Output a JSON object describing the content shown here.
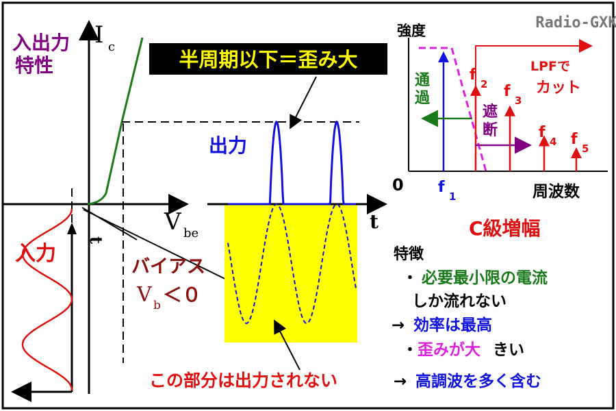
{
  "watermark": "Radio-GXK",
  "transfer": {
    "title_line1": "入出力",
    "title_line2": "特性",
    "y_axis": "I",
    "y_axis_sub": "c",
    "x_axis": "V",
    "x_axis_sub": "be"
  },
  "banner": "半周期以下＝歪み大",
  "output_label": "出力",
  "input_label": "入力",
  "time_label_output": "t",
  "time_label_input": "t",
  "bias": {
    "line1": "バイアス",
    "line2_v": "V",
    "line2_sub": "b",
    "line2_rest": "＜０"
  },
  "cut_note": "この部分は出力されない",
  "spectrum": {
    "y_axis": "強度",
    "x_axis": "周波数",
    "origin": "0",
    "pass_line1": "通",
    "pass_line2": "過",
    "block_line1": "遮",
    "block_line2": "断",
    "lpf_line1": "LPFで",
    "lpf_line2": "カット",
    "harmonics": [
      {
        "f": "f",
        "n": "1"
      },
      {
        "f": "f",
        "n": "2"
      },
      {
        "f": "f",
        "n": "3"
      },
      {
        "f": "f",
        "n": "4"
      },
      {
        "f": "f",
        "n": "5"
      }
    ],
    "relative_levels": [
      1.0,
      0.72,
      0.55,
      0.3,
      0.2
    ]
  },
  "feature": {
    "title": "C級増幅",
    "heading": "特徴",
    "line1_bullet": "・",
    "line1": "必要最小限の電流",
    "line2": "しか流れない",
    "line3_arrow": "→",
    "line3": "効率は最高",
    "line4_bullet": "・",
    "line4_a": "歪みが大",
    "line4_b": "きい",
    "line5_arrow": "→",
    "line5": "高調波を多く含む"
  },
  "colors": {
    "green": "#1a7a1a",
    "blue": "#1010e0",
    "red": "#e01010",
    "purple": "#800080",
    "dark_red": "#8b1010",
    "magenta": "#e020e0",
    "yellow": "#ffff00"
  }
}
